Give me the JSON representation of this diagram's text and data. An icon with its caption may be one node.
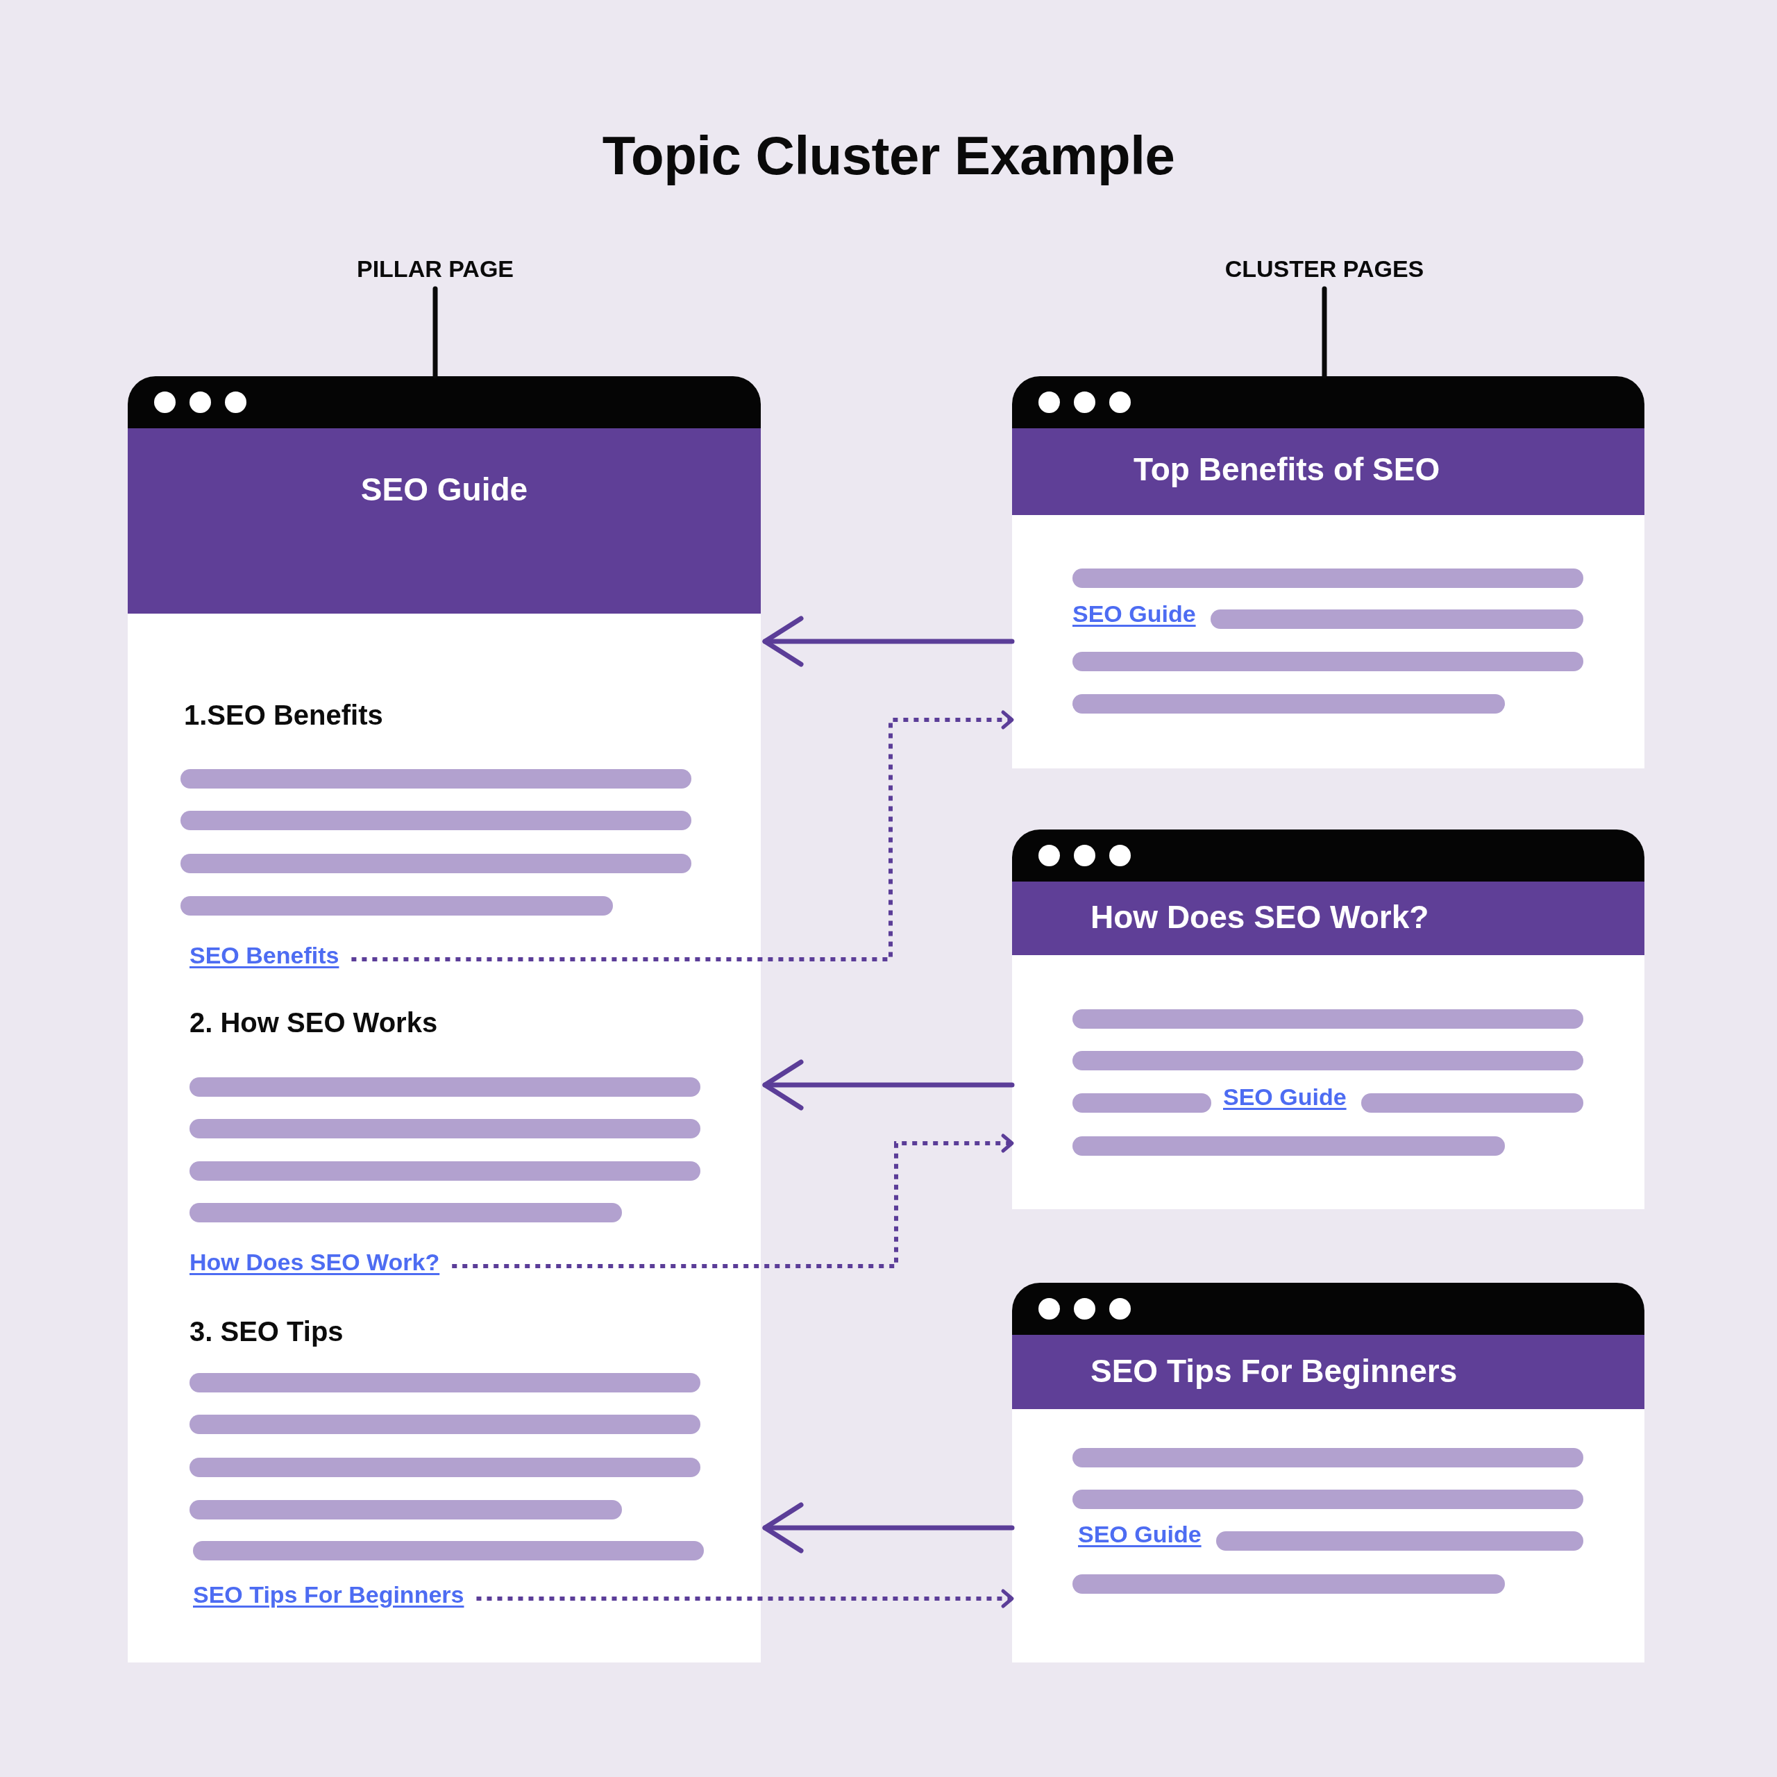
{
  "diagram": {
    "title": "Topic Cluster Example",
    "nodes": [
      {
        "text": [
          "PILLAR PAGE"
        ]
      },
      {
        "text": [
          "CLUSTER PAGES"
        ]
      },
      {
        "text": [
          "SEO Guide",
          "1.SEO Benefits",
          "2. How SEO Works",
          "3. SEO Tips"
        ]
      },
      {
        "text": [
          "SEO Benefits"
        ],
        "in": 2
      },
      {
        "text": [
          "How Does SEO Work?"
        ],
        "in": 2
      },
      {
        "text": [
          "SEO Tips For Beginners"
        ],
        "in": 2
      },
      {
        "text": [
          "Top Benefits of SEO",
          "SEO Guide"
        ]
      },
      {
        "text": [
          "How Does SEO Work?",
          "SEO Guide"
        ]
      },
      {
        "text": [
          "SEO Tips For Beginners",
          "SEO Guide"
        ]
      }
    ],
    "edges": [
      {
        "from": 0,
        "to": 2,
        "arrow": "none",
        "color": "#0a0a0a"
      },
      {
        "from": 1,
        "to": 6,
        "arrow": "none",
        "color": "#0a0a0a"
      },
      {
        "from": 6,
        "to": 2,
        "arrow": "to"
      },
      {
        "from": 3,
        "to": 6,
        "arrow": "to",
        "style": "dashed"
      },
      {
        "from": 7,
        "to": 2,
        "arrow": "to"
      },
      {
        "from": 4,
        "to": 7,
        "arrow": "to",
        "style": "dashed"
      },
      {
        "from": 8,
        "to": 2,
        "arrow": "to"
      },
      {
        "from": 5,
        "to": 8,
        "arrow": "to",
        "style": "dashed"
      }
    ]
  }
}
